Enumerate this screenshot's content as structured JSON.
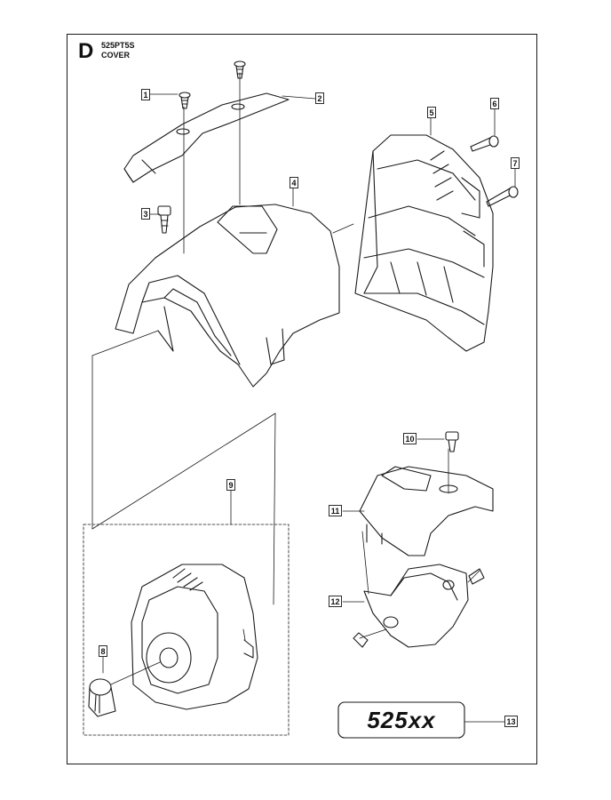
{
  "header": {
    "section_letter": "D",
    "model": "525PT5S",
    "title": "COVER"
  },
  "callouts": [
    {
      "id": "1",
      "label": "1"
    },
    {
      "id": "2",
      "label": "2"
    },
    {
      "id": "3",
      "label": "3"
    },
    {
      "id": "4",
      "label": "4"
    },
    {
      "id": "5",
      "label": "5"
    },
    {
      "id": "6",
      "label": "6"
    },
    {
      "id": "7",
      "label": "7"
    },
    {
      "id": "8",
      "label": "8"
    },
    {
      "id": "9",
      "label": "9"
    },
    {
      "id": "10",
      "label": "10"
    },
    {
      "id": "11",
      "label": "11"
    },
    {
      "id": "12",
      "label": "12"
    },
    {
      "id": "13",
      "label": "13"
    }
  ],
  "decal": {
    "text": "525xx"
  },
  "colors": {
    "stroke": "#1a1a1a",
    "callout_border": "#2a2a2a",
    "background": "#ffffff"
  }
}
